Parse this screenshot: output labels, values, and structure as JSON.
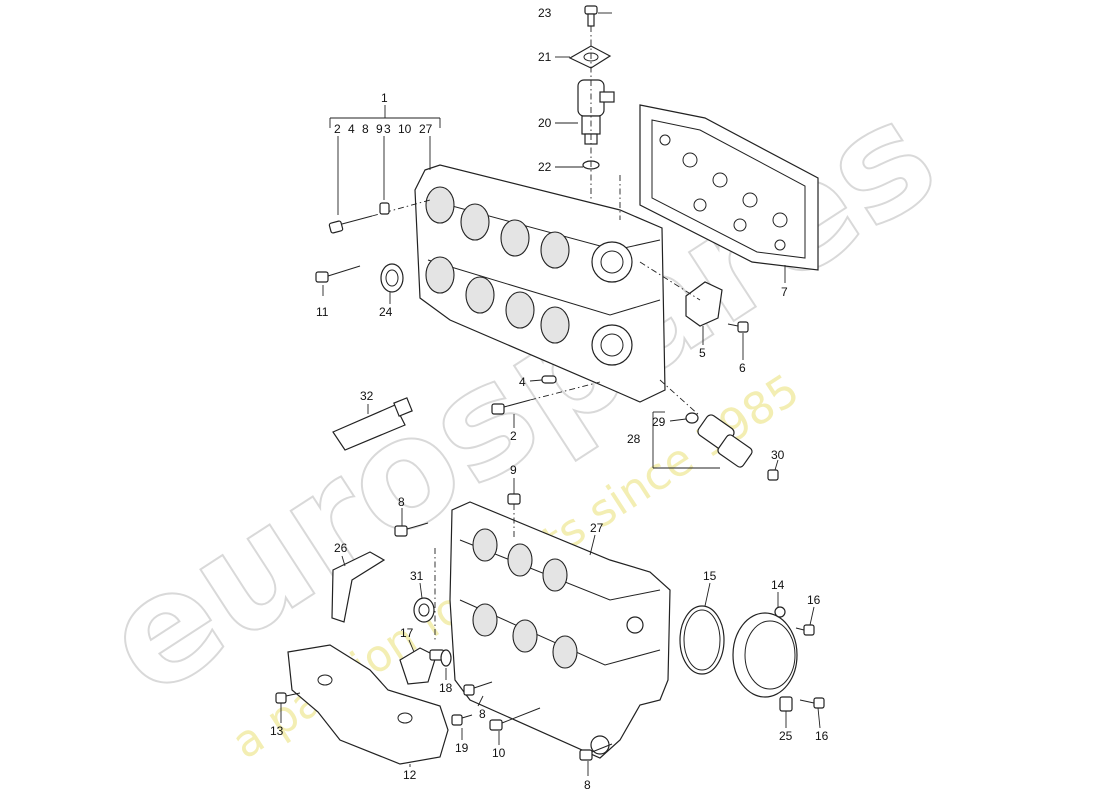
{
  "watermark": {
    "brand": "eurospares",
    "tagline": "a passion for parts since 1985"
  },
  "callouts": {
    "c1": "1",
    "c2": "2",
    "c4": "4",
    "c5": "5",
    "c6": "6",
    "c7": "7",
    "c8a": "8",
    "c8b": "8",
    "c8c": "8",
    "c9": "9",
    "c10": "10",
    "c11": "11",
    "c12": "12",
    "c13": "13",
    "c14": "14",
    "c15": "15",
    "c16a": "16",
    "c16b": "16",
    "c17": "17",
    "c18": "18",
    "c19": "19",
    "c20": "20",
    "c21": "21",
    "c22": "22",
    "c23": "23",
    "c24": "24",
    "c25": "25",
    "c26": "26",
    "c27": "27",
    "c28": "28",
    "c29": "29",
    "c30": "30",
    "c31": "31",
    "c32": "32"
  },
  "group1_items": [
    "2",
    "4",
    "8",
    "9",
    "3",
    "10",
    "27"
  ]
}
